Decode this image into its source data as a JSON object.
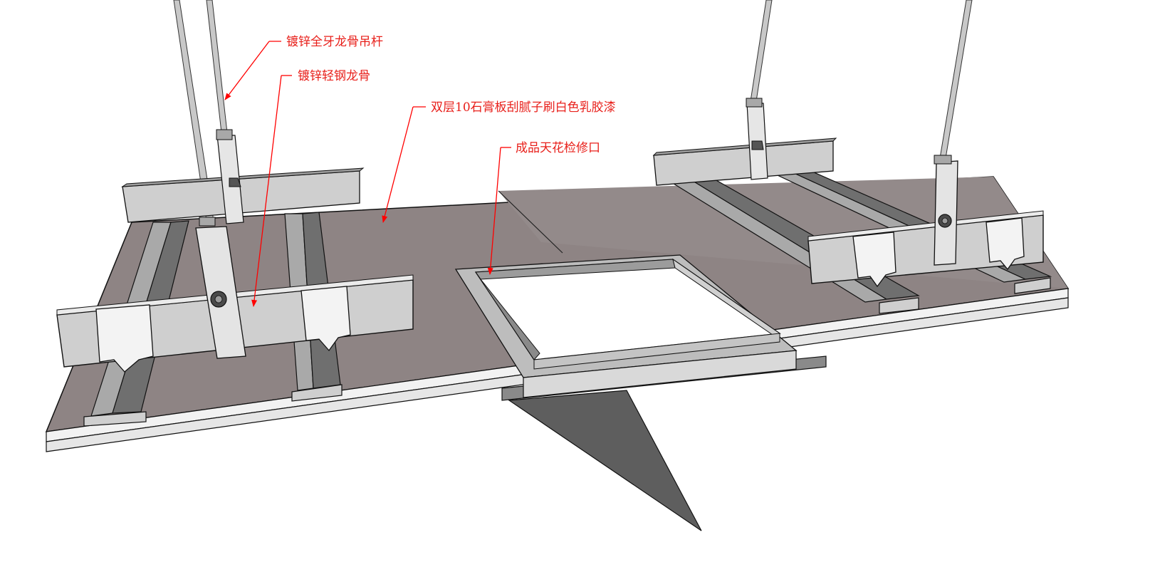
{
  "labels": [
    {
      "id": "hanger-rod",
      "text": "镀锌全牙龙骨吊杆"
    },
    {
      "id": "steel-keel",
      "text": "镀锌轻钢龙骨"
    },
    {
      "id": "gypsum-board",
      "text": "双层10石膏板刮腻子刷白色乳胶漆"
    },
    {
      "id": "access-hatch",
      "text": "成品天花检修口"
    }
  ],
  "colors": {
    "board": "#8d8282",
    "board_edge": "#f0f0f0",
    "steel_light": "#d4d4d4",
    "steel_mid": "#aeaeae",
    "steel_dark": "#6e6e6e",
    "line": "#111111",
    "annotation": "#ff0000"
  }
}
